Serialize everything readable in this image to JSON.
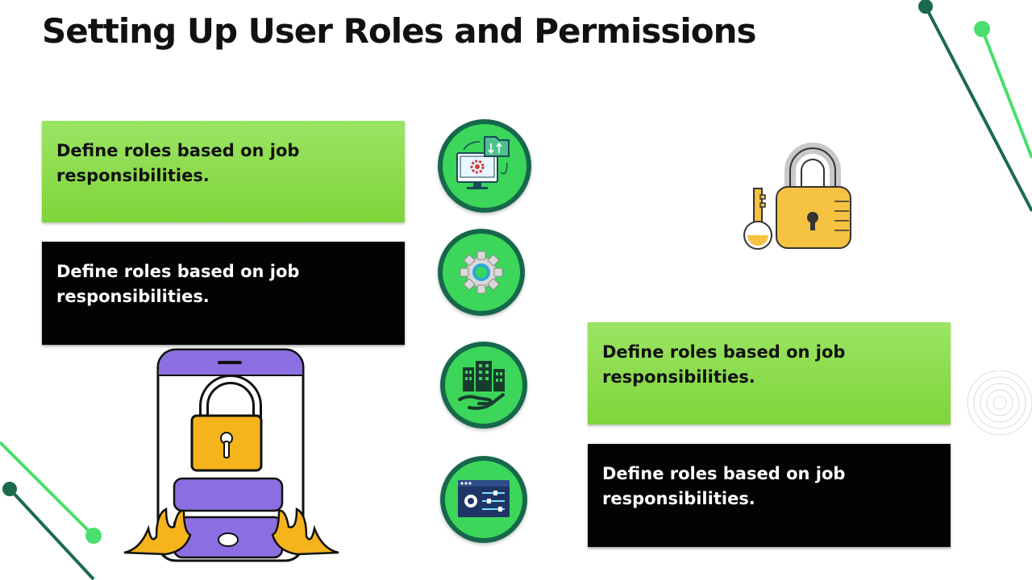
{
  "slide": {
    "title": "Setting Up User Roles and Permissions"
  },
  "boxes": [
    {
      "text": "Define roles based on job responsibilities.",
      "style": "green"
    },
    {
      "text": "Define roles based on job responsibilities.",
      "style": "black"
    },
    {
      "text": "Define roles based on job responsibilities.",
      "style": "green"
    },
    {
      "text": "Define roles based on job responsibilities.",
      "style": "black"
    }
  ],
  "icons": [
    "computer-settings-transfer-icon",
    "gear-icon",
    "buildings-hand-icon",
    "control-panel-sliders-icon",
    "padlock-key-icon",
    "phone-lock-icon"
  ],
  "colors": {
    "green_box": "#8ddc4c",
    "black_box": "#030303",
    "circle_fill": "#3bd65a",
    "circle_border": "#16684a",
    "accent_light": "#4ade6e",
    "accent_dark": "#1a6b4c",
    "purple": "#8b6fe0",
    "lock_yellow": "#f5b41c"
  }
}
